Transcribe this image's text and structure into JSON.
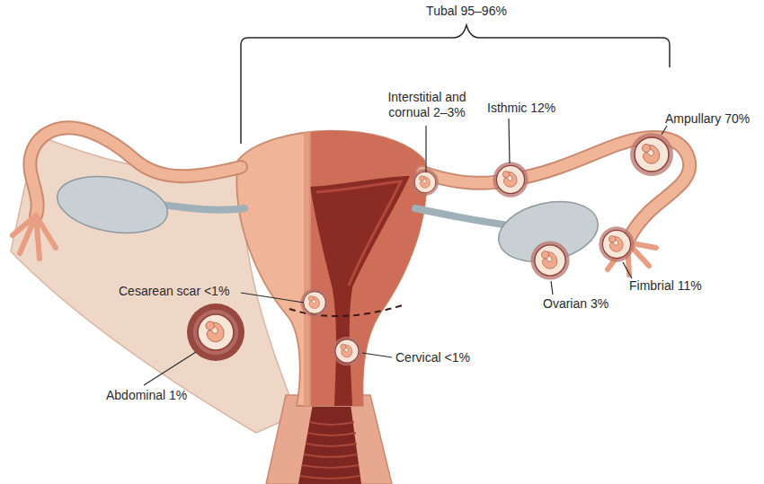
{
  "diagram": {
    "labels": [
      "Tubal 95–96%",
      "Interstitial and cornual 2–3%",
      "Isthmic 12%",
      "Ampullary 70%",
      "Fimbrial 11%",
      "Ovarian 3%",
      "Cesarean scar <1%",
      "Cervical <1%",
      "Abdominal 1%"
    ]
  }
}
